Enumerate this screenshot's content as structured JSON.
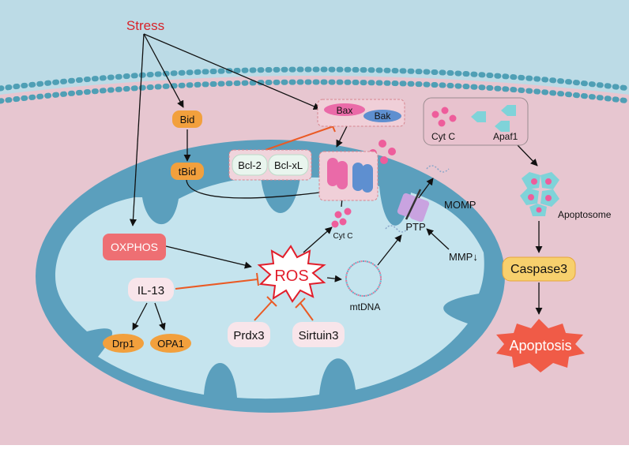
{
  "labels": {
    "stress": "Stress",
    "bid": "Bid",
    "tbid": "tBid",
    "bax": "Bax",
    "bak": "Bak",
    "bcl2": "Bcl-2",
    "bclxl": "Bcl-xL",
    "cytc_top": "Cyt C",
    "apaf1": "Apaf1",
    "apoptosome": "Apoptosome",
    "caspase3": "Caspase3",
    "apoptosis": "Apoptosis",
    "oxphos": "OXPHOS",
    "il13": "IL-13",
    "drp1": "Drp1",
    "opa1": "OPA1",
    "ros": "ROS",
    "prdx3": "Prdx3",
    "sirtuin3": "Sirtuin3",
    "cytc_mito": "Cyt C",
    "mtdna": "mtDNA",
    "ptp": "PTP",
    "momp": "MOMP",
    "mmp": "MMP↓"
  },
  "colors": {
    "extracellular": "#bcdbe6",
    "cytoplasm": "#e7c6d0",
    "membrane_bead": "#4f9fb5",
    "mito_outer": "#5b9fbd",
    "mito_matrix": "#c5e4ee",
    "stress_text": "#d8232a",
    "orange_node": "#f2a03d",
    "oxphos_fill": "#ee6f73",
    "inhibit_line": "#ea5a24",
    "caspase_fill": "#f7d06d",
    "apoptosis_fill": "#f05b47",
    "bax_fill": "#ea6aa8",
    "bak_fill": "#5e8fd0",
    "cytc_dot": "#ee5d9b",
    "apaf1_fill": "#7fd3d9"
  }
}
